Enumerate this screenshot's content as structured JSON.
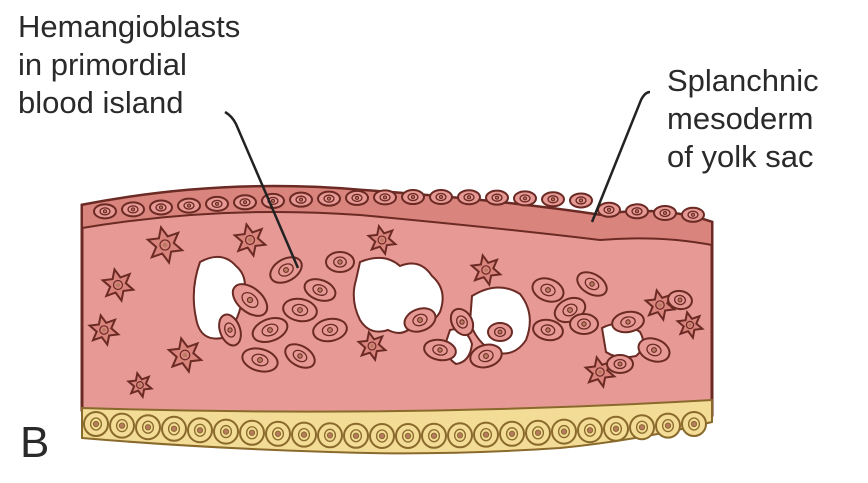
{
  "figure": {
    "panel_letter": "B",
    "labels": {
      "hemangioblasts": [
        "Hemangioblasts",
        "in primordial",
        "blood island"
      ],
      "splanchnic": [
        "Splanchnic",
        "mesoderm",
        "of yolk sac"
      ]
    },
    "colors": {
      "background": "#ffffff",
      "mesoderm_fill": "#e79a95",
      "mesoderm_dark": "#d9847d",
      "outline": "#6b2a24",
      "lumen": "#ffffff",
      "endoderm_fill": "#f2dc96",
      "endoderm_outline": "#8a6a2c",
      "nucleus": "#b77b62",
      "label_text": "#2a2a2a"
    }
  }
}
